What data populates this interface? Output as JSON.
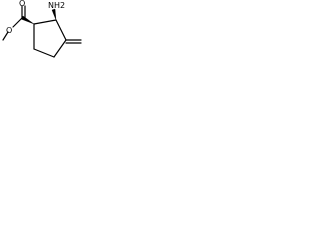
{
  "molecule": {
    "atoms": {
      "amine": "NH2",
      "carbonyl_oxygen": "O",
      "ester_oxygen": "O"
    },
    "stereo_bonds": [
      "wedge",
      "wedge"
    ],
    "colors": {
      "bond": "#000000",
      "background": "#ffffff"
    }
  }
}
